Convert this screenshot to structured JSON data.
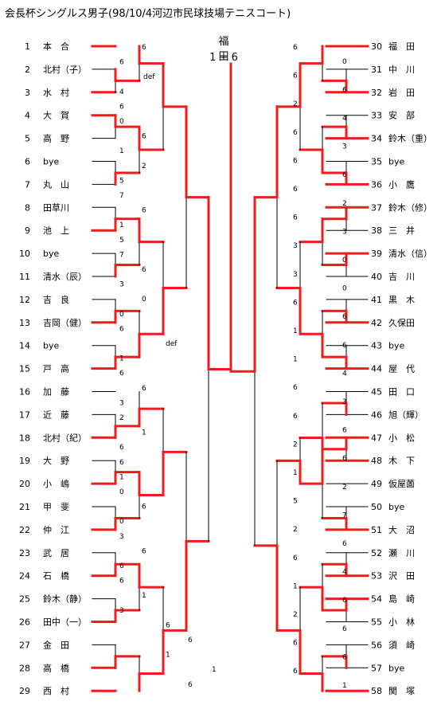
{
  "title": "会長杯シングルス男子(98/10/4河辺市民球技場テニスコート)",
  "final": {
    "winner": "福　田",
    "score": "1 − 6"
  },
  "colors": {
    "win": "#ee1c1c",
    "line": "#000000"
  },
  "left": {
    "players": [
      {
        "num": "1",
        "name": "本　合"
      },
      {
        "num": "2",
        "name": "北村（子）"
      },
      {
        "num": "3",
        "name": "水　村"
      },
      {
        "num": "4",
        "name": "大　賀"
      },
      {
        "num": "5",
        "name": "高　野"
      },
      {
        "num": "6",
        "name": "bye"
      },
      {
        "num": "7",
        "name": "丸　山"
      },
      {
        "num": "8",
        "name": "田草川"
      },
      {
        "num": "9",
        "name": "池　上"
      },
      {
        "num": "10",
        "name": "bye"
      },
      {
        "num": "11",
        "name": "清水（辰）"
      },
      {
        "num": "12",
        "name": "吉　良"
      },
      {
        "num": "13",
        "name": "吉岡（健）"
      },
      {
        "num": "14",
        "name": "bye"
      },
      {
        "num": "15",
        "name": "戸　高"
      },
      {
        "num": "16",
        "name": "加　藤"
      },
      {
        "num": "17",
        "name": "近　藤"
      },
      {
        "num": "18",
        "name": "北村（紀）"
      },
      {
        "num": "19",
        "name": "大　野"
      },
      {
        "num": "20",
        "name": "小　嶋"
      },
      {
        "num": "21",
        "name": "甲　斐"
      },
      {
        "num": "22",
        "name": "仲　江"
      },
      {
        "num": "23",
        "name": "武　居"
      },
      {
        "num": "24",
        "name": "石　橋"
      },
      {
        "num": "25",
        "name": "鈴木（静）"
      },
      {
        "num": "26",
        "name": "田中（一）"
      },
      {
        "num": "27",
        "name": "金　田"
      },
      {
        "num": "28",
        "name": "高　橋"
      },
      {
        "num": "29",
        "name": "西　村"
      }
    ]
  },
  "right": {
    "players": [
      {
        "num": "30",
        "name": "福　田"
      },
      {
        "num": "31",
        "name": "中　川"
      },
      {
        "num": "32",
        "name": "岩　田"
      },
      {
        "num": "33",
        "name": "安　部"
      },
      {
        "num": "34",
        "name": "鈴木（重）"
      },
      {
        "num": "35",
        "name": "bye"
      },
      {
        "num": "36",
        "name": "小　鷹"
      },
      {
        "num": "37",
        "name": "鈴木（修）"
      },
      {
        "num": "38",
        "name": "三　井"
      },
      {
        "num": "39",
        "name": "清水（信）"
      },
      {
        "num": "40",
        "name": "吉　川"
      },
      {
        "num": "41",
        "name": "黒　木"
      },
      {
        "num": "42",
        "name": "久保田"
      },
      {
        "num": "43",
        "name": "bye"
      },
      {
        "num": "44",
        "name": "屋　代"
      },
      {
        "num": "45",
        "name": "田　口"
      },
      {
        "num": "46",
        "name": "旭（輝）"
      },
      {
        "num": "47",
        "name": "小　松"
      },
      {
        "num": "48",
        "name": "木　下"
      },
      {
        "num": "49",
        "name": "仮屋薗"
      },
      {
        "num": "50",
        "name": "bye"
      },
      {
        "num": "51",
        "name": "大　沼"
      },
      {
        "num": "52",
        "name": "瀬　川"
      },
      {
        "num": "53",
        "name": "沢　田"
      },
      {
        "num": "54",
        "name": "島　崎"
      },
      {
        "num": "55",
        "name": "小　林"
      },
      {
        "num": "56",
        "name": "須　崎"
      },
      {
        "num": "57",
        "name": "bye"
      },
      {
        "num": "58",
        "name": "関　塚"
      }
    ]
  },
  "scores": {
    "left": [
      [
        "6",
        "6",
        "def",
        "4",
        "6",
        "0",
        "6",
        "1",
        "2",
        "5",
        "7",
        "6",
        "1",
        "5",
        "7",
        "6",
        "3",
        "0",
        "0",
        "6",
        "def",
        "1",
        "6",
        "6",
        "3",
        "2",
        "1",
        "6",
        "6",
        "1",
        "0",
        "6",
        "0",
        "3",
        "6",
        "6",
        "6",
        "1",
        "3",
        "6",
        "6",
        "1",
        "1",
        "6",
        "6"
      ],
      []
    ],
    "right": [
      [
        "6",
        "0",
        "6",
        "6",
        "2",
        "4",
        "6",
        "3",
        "6",
        "6",
        "6",
        "2",
        "6",
        "3",
        "3",
        "0",
        "3",
        "0",
        "6",
        "6",
        "1",
        "6",
        "1",
        "4",
        "6",
        "3",
        "6",
        "6",
        "2",
        "6",
        "1",
        "2",
        "5",
        "7",
        "2",
        "6",
        "6",
        "4",
        "1",
        "6",
        "2",
        "6",
        "6",
        "6",
        "6",
        "1",
        "6"
      ],
      []
    ]
  }
}
